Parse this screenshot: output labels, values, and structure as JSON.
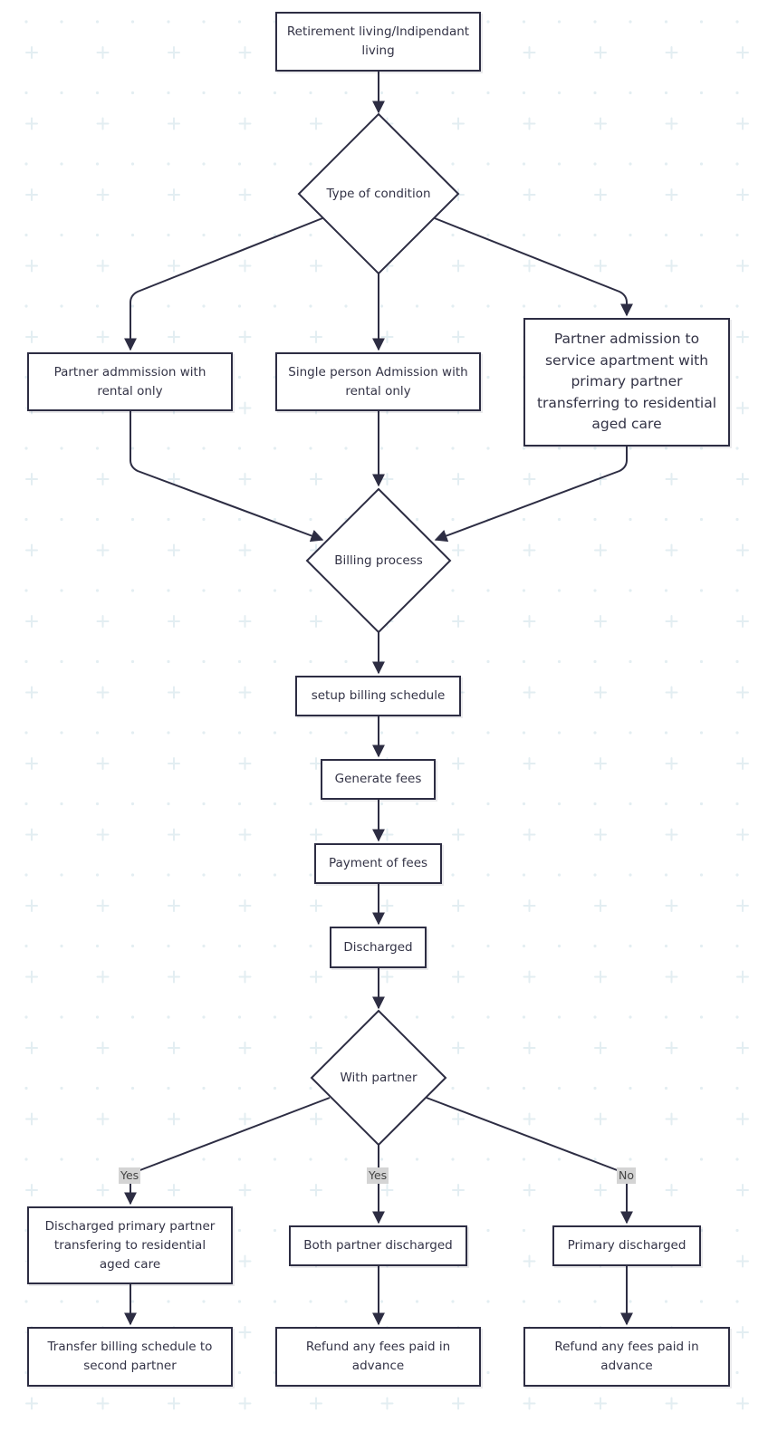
{
  "diagram": {
    "nodes": {
      "start": "Retirement living/Indipendant living",
      "type_condition": "Type of condition",
      "partner_rental": "Partner admmission with rental only",
      "single_rental": "Single person Admission with rental only",
      "partner_service": "Partner admission to service apartment with primary partner transferring to residential aged care",
      "billing_process": "Billing process",
      "setup_schedule": "setup billing schedule",
      "generate_fees": "Generate fees",
      "payment_fees": "Payment of fees",
      "discharged": "Discharged",
      "with_partner": "With partner",
      "discharged_primary_transfer": "Discharged primary partner transfering to residential aged care",
      "both_discharged": "Both partner discharged",
      "primary_discharged": "Primary discharged",
      "transfer_schedule": "Transfer billing schedule to second partner",
      "refund_1": "Refund any fees paid in advance",
      "refund_2": "Refund any fees paid in advance"
    },
    "edge_labels": {
      "yes_left": "Yes",
      "yes_middle": "Yes",
      "no_right": "No"
    },
    "colors": {
      "stroke": "#2d2d43",
      "text": "#333346",
      "label_bg": "#d4d4d4",
      "grid": "#e3eef2"
    }
  }
}
